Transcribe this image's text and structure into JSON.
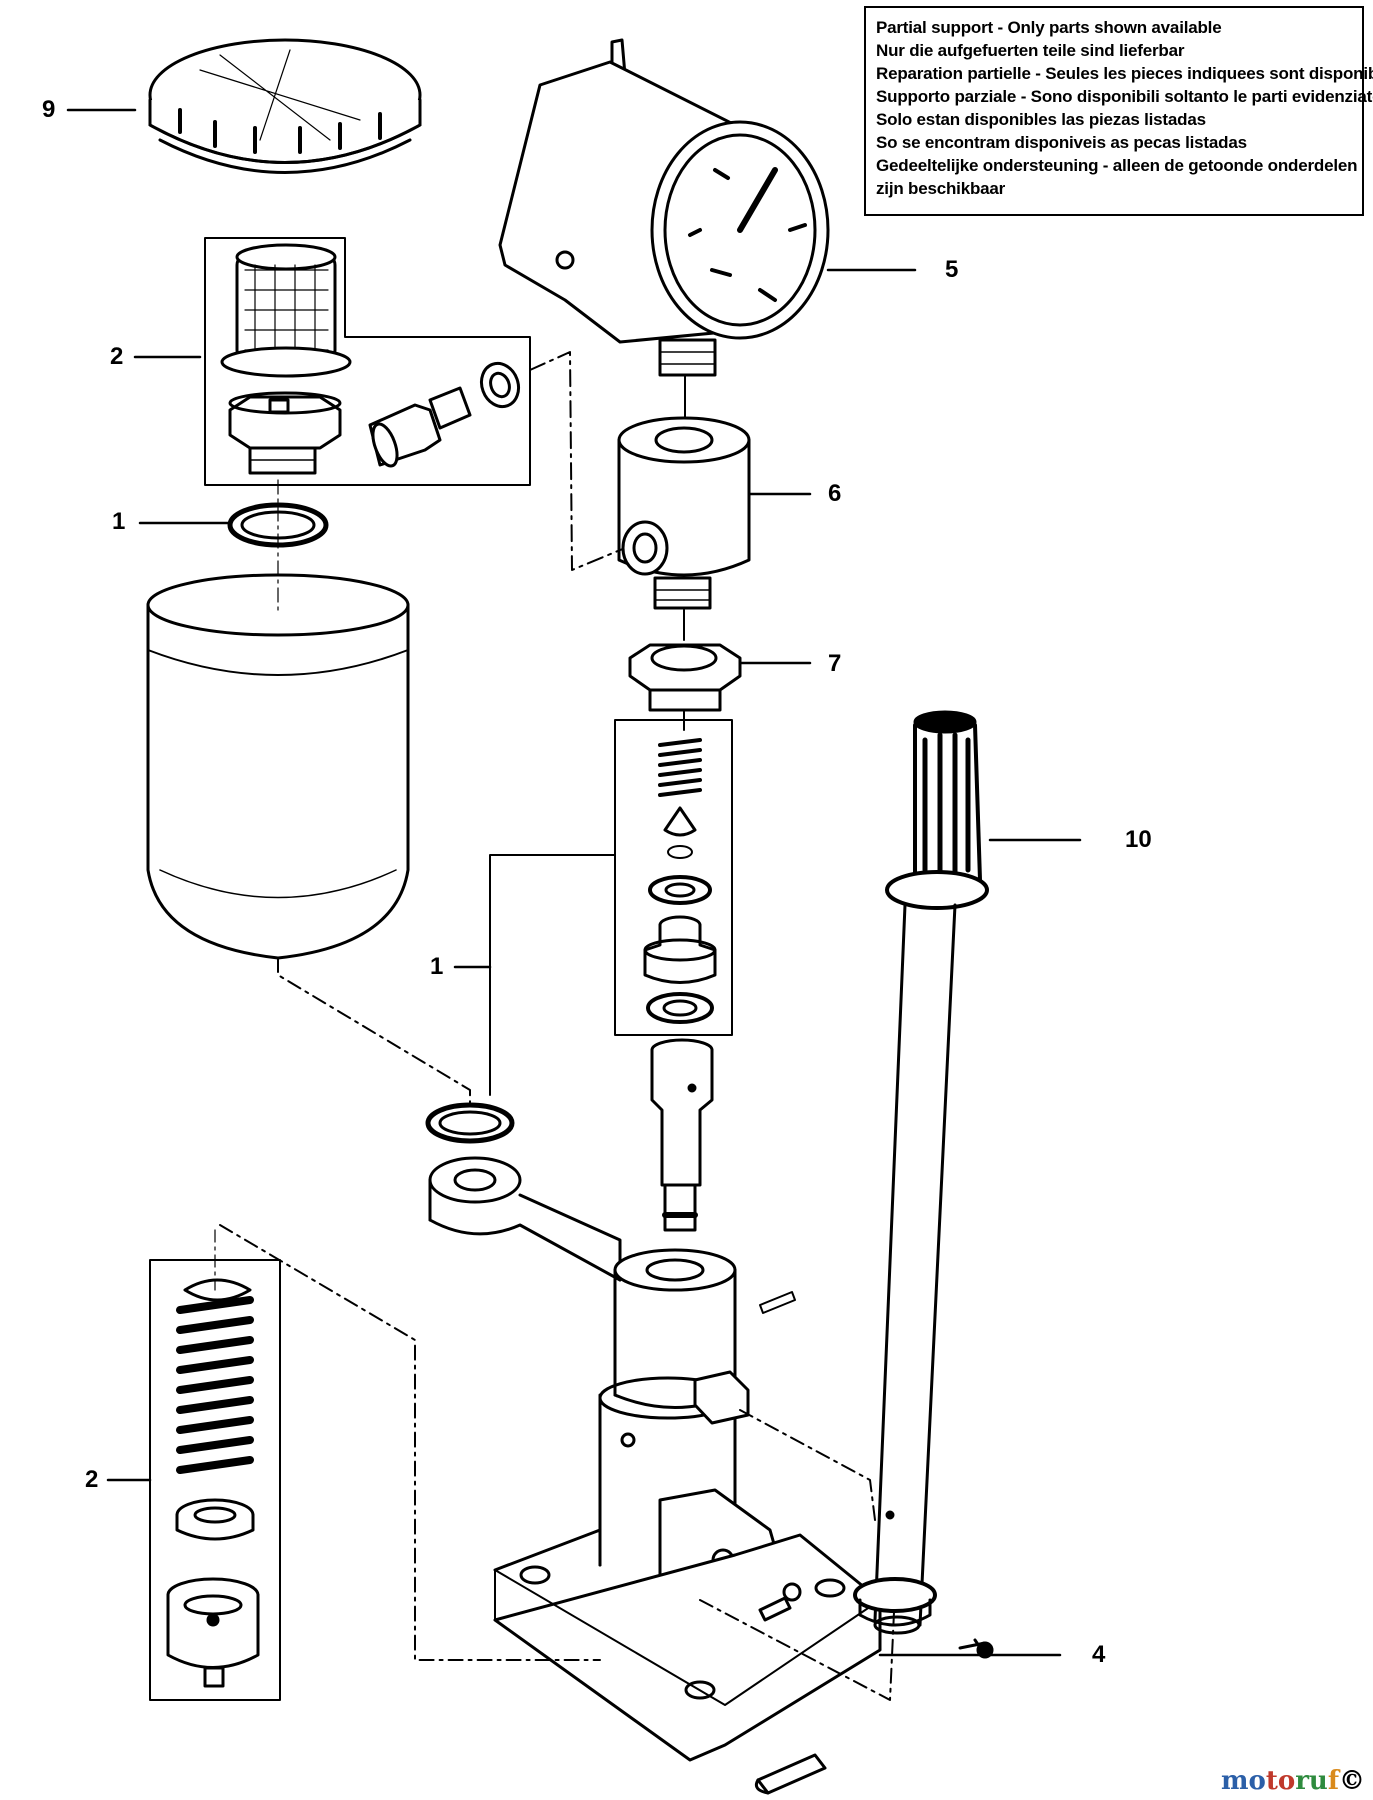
{
  "notice": {
    "lines": [
      "Partial support - Only parts shown available",
      "Nur die aufgefuerten teile sind lieferbar",
      "Reparation partielle - Seules les pieces indiquees sont disponibles",
      "Supporto parziale - Sono disponibili soltanto le parti evidenziate",
      "Solo estan disponibles las piezas listadas",
      "So se encontram disponiveis as pecas listadas",
      "Gedeeltelijke ondersteuning - alleen de getoonde onderdelen",
      "zijn beschikbaar"
    ]
  },
  "callouts": {
    "c9": "9",
    "c2_top": "2",
    "c1_top": "1",
    "c5": "5",
    "c6": "6",
    "c7": "7",
    "c10": "10",
    "c1_mid": "1",
    "c2_bottom": "2",
    "c4": "4"
  },
  "watermark": {
    "m1": "mo",
    "m2": "to",
    "m3": "ru",
    "m4": "f",
    "symbol": "©"
  }
}
